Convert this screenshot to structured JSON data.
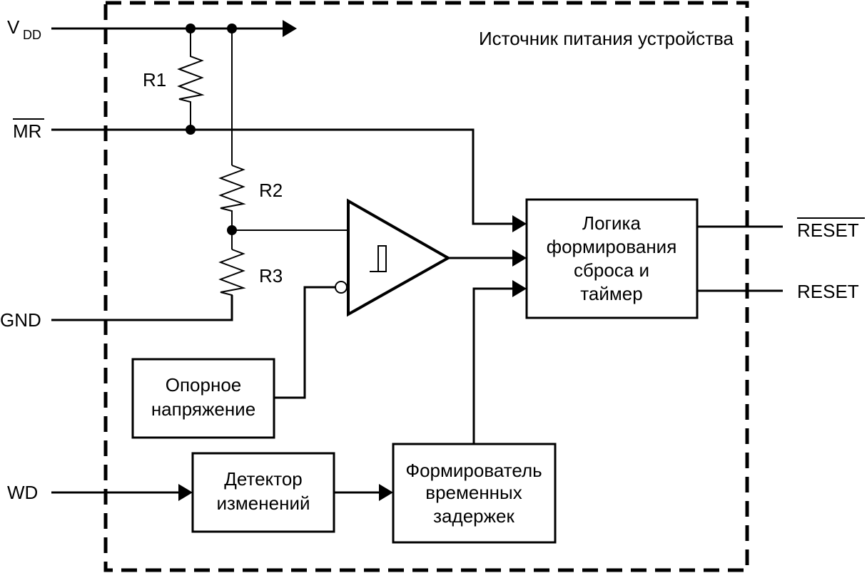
{
  "diagram": {
    "title": "Источник питания устройства",
    "pins": {
      "vdd": {
        "main": "V",
        "sub": "DD"
      },
      "mr": "MR",
      "gnd": "GND",
      "wd": "WD",
      "reset_bar": "RESET",
      "reset": "RESET"
    },
    "resistors": {
      "r1": "R1",
      "r2": "R2",
      "r3": "R3"
    },
    "blocks": {
      "logic": [
        "Логика",
        "формирования",
        "сброса и",
        "таймер"
      ],
      "vref": [
        "Опорное",
        "напряжение"
      ],
      "detector": [
        "Детектор",
        "изменений"
      ],
      "delay": [
        "Формирователь",
        "временных",
        "задержек"
      ]
    },
    "comparator": {
      "symbol": "schmitt-trigger-icon"
    }
  }
}
